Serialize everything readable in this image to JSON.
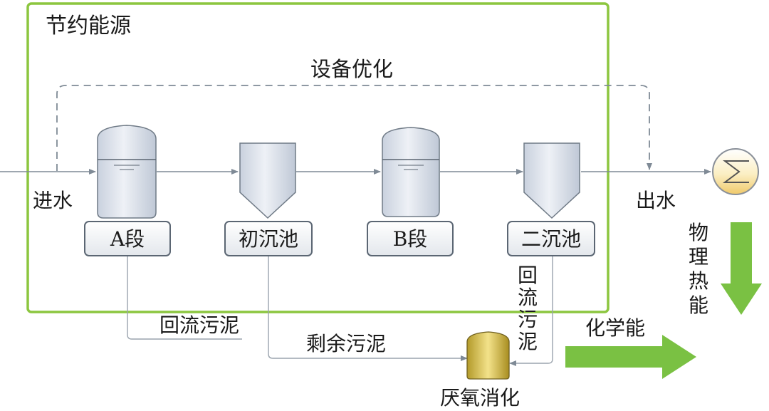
{
  "regions": {
    "energy_saving_title": "节约能源",
    "equipment_optimization": "设备优化"
  },
  "flow": {
    "influent": "进水",
    "effluent": "出水"
  },
  "units": [
    {
      "label": "A段"
    },
    {
      "label": "初沉池"
    },
    {
      "label": "B段"
    },
    {
      "label": "二沉池"
    }
  ],
  "sludge": {
    "return_sludge": "回流污泥",
    "excess_sludge": "剩余污泥",
    "return_sludge_vertical": "回流污泥",
    "anaerobic_digestion": "厌氧消化"
  },
  "energy": {
    "physical_thermal": "物理热能",
    "chemical": "化学能"
  },
  "colors": {
    "frame_green": "#8cc63f",
    "arrow_green": "#7ac143",
    "line_gray": "#7f8a96",
    "tank_fill": "#dfe5ef"
  },
  "icons": {
    "heat_exchanger": "heat-exchanger-icon"
  }
}
